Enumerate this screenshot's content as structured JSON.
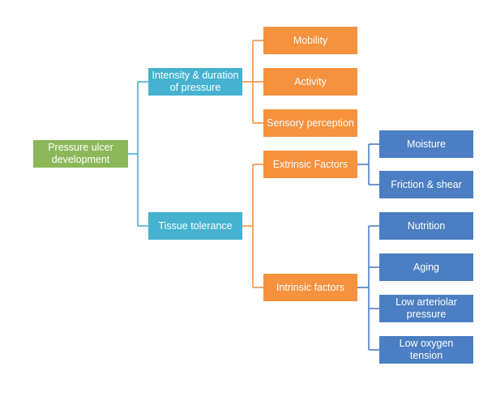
{
  "diagram": {
    "root": {
      "label": "Pressure ulcer development",
      "color": "#8cb85a"
    },
    "level1": [
      {
        "label": "Intensity & duration of pressure",
        "color": "#45b2cf"
      },
      {
        "label": "Tissue tolerance",
        "color": "#45b2cf"
      }
    ],
    "level2": [
      {
        "label": "Mobility",
        "color": "#f6913e"
      },
      {
        "label": "Activity",
        "color": "#f6913e"
      },
      {
        "label": "Sensory perception",
        "color": "#f6913e"
      },
      {
        "label": "Extrinsic Factors",
        "color": "#f6913e"
      },
      {
        "label": "Intrinsic factors",
        "color": "#f6913e"
      }
    ],
    "level3": [
      {
        "label": "Moisture",
        "color": "#4b7ec2"
      },
      {
        "label": "Friction & shear",
        "color": "#4b7ec2"
      },
      {
        "label": "Nutrition",
        "color": "#4b7ec2"
      },
      {
        "label": "Aging",
        "color": "#4b7ec2"
      },
      {
        "label": "Low arteriolar pressure",
        "color": "#4b7ec2"
      },
      {
        "label": "Low oxygen tension",
        "color": "#4b7ec2"
      }
    ],
    "connector_colors": {
      "root": "#45b2cf",
      "orange": "#f6913e",
      "blue": "#4b7ec2"
    }
  }
}
